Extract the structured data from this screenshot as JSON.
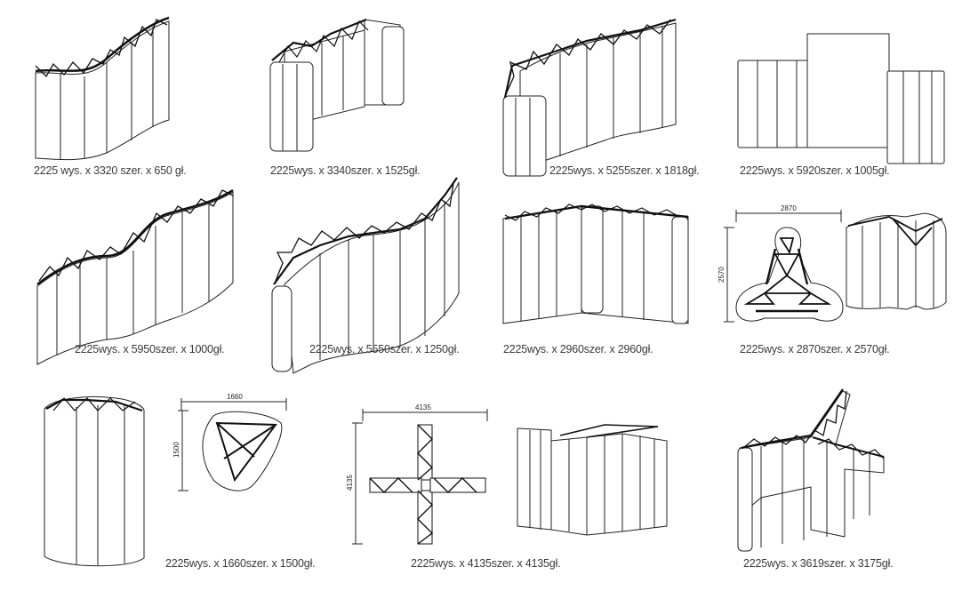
{
  "captions": {
    "c1": "2225 wys. x 3320 szer. x 650 gł.",
    "c2": "2225wys. x 3340szer. x 1525gł.",
    "c3": "2225wys. x 5255szer. x 1818gł.",
    "c4": "2225wys. x 5920szer. x 1005gł.",
    "c5": "2225wys. x 5950szer. x 1000gł.",
    "c6": "2225wys. x 5550szer. x 1250gł.",
    "c7": "2225wys. x 2960szer. x 2960gł.",
    "c8": "2225wys. x 2870szer. x 2570gł.",
    "c9": "2225wys. x 1660szer. x 1500gł.",
    "c10": "2225wys. x 4135szer. x 4135gł.",
    "c11": "2225wys. x 3619szer. x 3175gł."
  },
  "dimensions": {
    "tri_w": "2870",
    "tri_h": "2570",
    "small_w": "1660",
    "small_h": "1500",
    "cross_w": "4135",
    "cross_h": "4135"
  }
}
